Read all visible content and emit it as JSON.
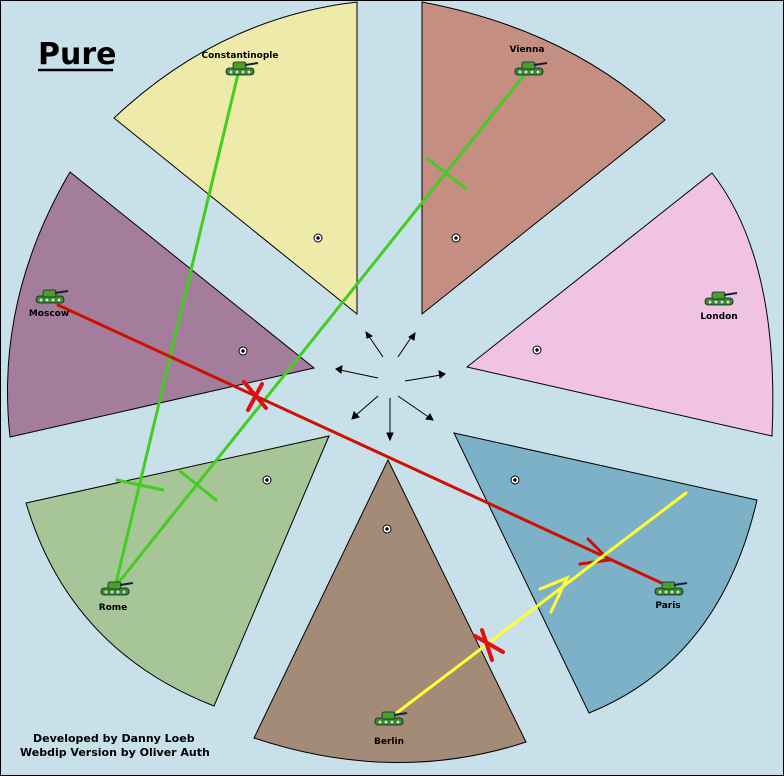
{
  "map": {
    "title": "Pure",
    "credits": [
      "Developed by Danny Loeb",
      "Webdip Version by Oliver Auth"
    ],
    "territories": [
      {
        "name": "Constantinople",
        "color": "#eeeaaa",
        "unit": "army"
      },
      {
        "name": "Vienna",
        "color": "#c58e83",
        "unit": "army"
      },
      {
        "name": "London",
        "color": "#f0c3e3",
        "unit": "army"
      },
      {
        "name": "Paris",
        "color": "#7cb1c8",
        "unit": "army"
      },
      {
        "name": "Berlin",
        "color": "#a38b77",
        "unit": "army"
      },
      {
        "name": "Rome",
        "color": "#a6c697",
        "unit": "army"
      },
      {
        "name": "Moscow",
        "color": "#a57d9c",
        "unit": "army"
      }
    ],
    "orders": [
      {
        "unit": "Constantinople",
        "target": "Rome",
        "type": "move",
        "color": "#44cc22",
        "result": "success"
      },
      {
        "unit": "Vienna",
        "target": "Rome",
        "type": "move",
        "color": "#44cc22",
        "result": "success"
      },
      {
        "unit": "Moscow",
        "target": "Paris",
        "type": "move",
        "color": "#cc1100",
        "result": "failed"
      },
      {
        "unit": "Berlin",
        "target": "Paris",
        "type": "support",
        "color": "#ffff33",
        "result": "cut"
      }
    ]
  }
}
